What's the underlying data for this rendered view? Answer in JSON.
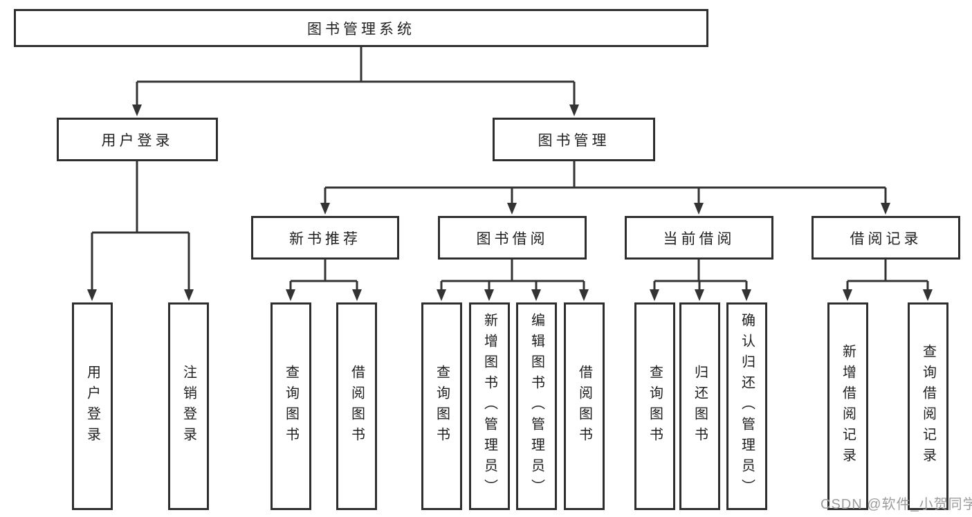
{
  "tree": {
    "root": {
      "label": "图书管理系统"
    },
    "branches": [
      {
        "label": "用户登录",
        "leaves": [
          {
            "label": "用户登录"
          },
          {
            "label": "注销登录"
          }
        ]
      },
      {
        "label": "图书管理",
        "sections": [
          {
            "label": "新书推荐",
            "leaves": [
              {
                "label": "查询图书"
              },
              {
                "label": "借阅图书"
              }
            ]
          },
          {
            "label": "图书借阅",
            "leaves": [
              {
                "label": "查询图书"
              },
              {
                "label": "新增图书（管理员）"
              },
              {
                "label": "编辑图书（管理员）"
              },
              {
                "label": "借阅图书"
              }
            ]
          },
          {
            "label": "当前借阅",
            "leaves": [
              {
                "label": "查询图书"
              },
              {
                "label": "归还图书"
              },
              {
                "label": "确认归还（管理员）"
              }
            ]
          },
          {
            "label": "借阅记录",
            "leaves": [
              {
                "label": "新增借阅记录"
              },
              {
                "label": "查询借阅记录"
              }
            ]
          }
        ]
      }
    ]
  },
  "watermark": {
    "text": "CSDN @软件_小贺同学"
  },
  "colors": {
    "line": "#333333",
    "border": "#2e2e2e",
    "text": "#1f1f1f",
    "watermark": "#9c9c9c",
    "background": "#ffffff"
  }
}
